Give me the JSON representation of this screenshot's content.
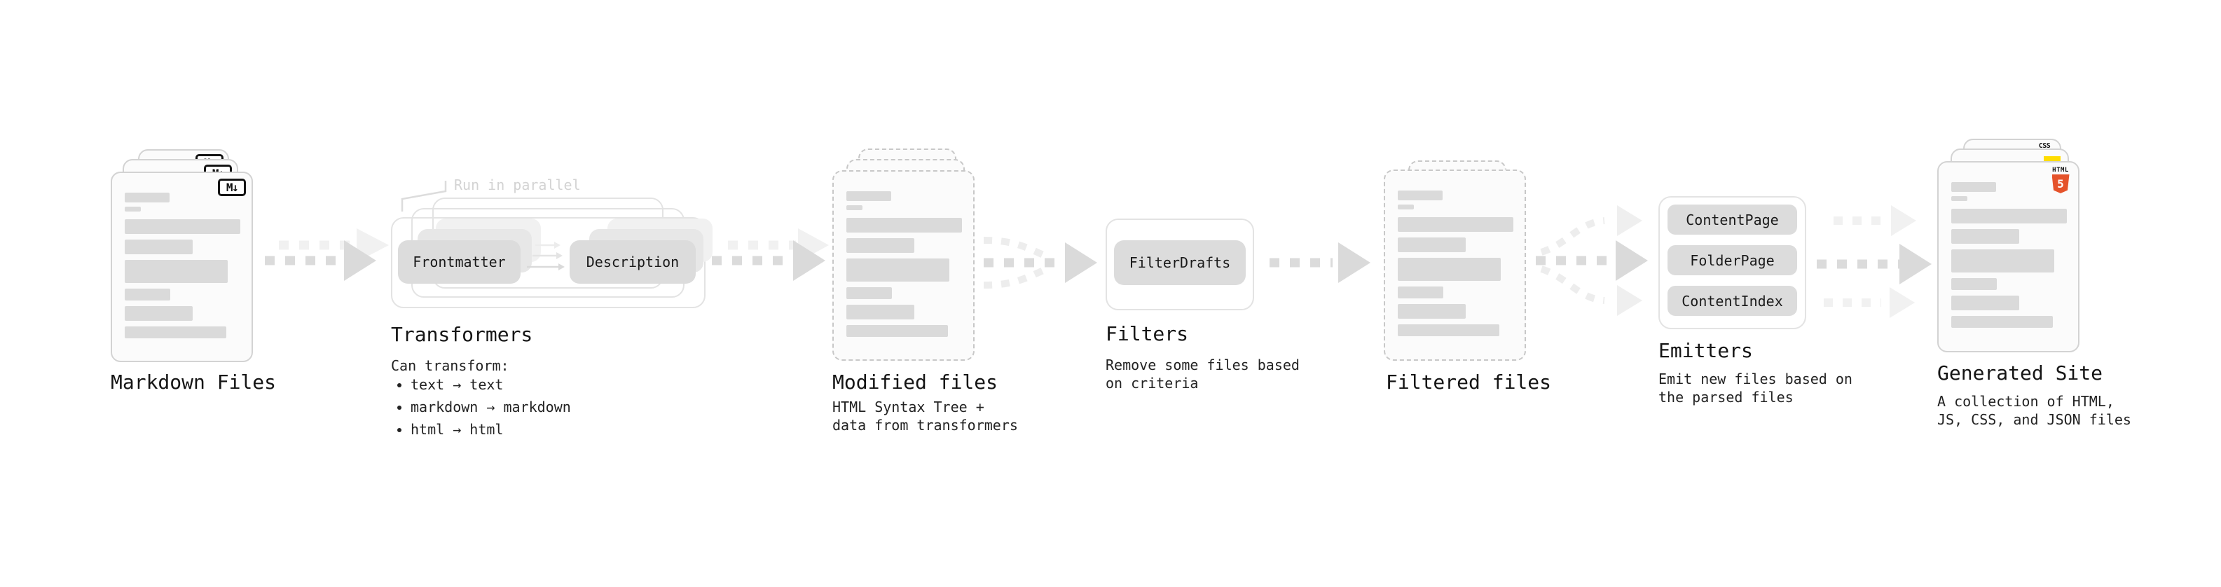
{
  "colors": {
    "html5_orange": "#e5532b",
    "js_yellow": "#ffdd00",
    "css_blue": "#2965f1"
  },
  "stages": {
    "markdown_files": {
      "title": "Markdown Files",
      "badge": "M↓"
    },
    "transformers": {
      "callout": "Run in parallel",
      "node_frontmatter": "Frontmatter",
      "node_description": "Description",
      "title": "Transformers",
      "subtitle": "Can transform:",
      "bullets": [
        "text → text",
        "markdown → markdown",
        "html → html"
      ]
    },
    "modified_files": {
      "title": "Modified files",
      "description": "HTML Syntax Tree +\ndata from transformers"
    },
    "filters": {
      "node_filterdrafts": "FilterDrafts",
      "title": "Filters",
      "description": "Remove some files based\non criteria"
    },
    "filtered_files": {
      "title": "Filtered files"
    },
    "emitters": {
      "nodes": [
        "ContentPage",
        "FolderPage",
        "ContentIndex"
      ],
      "title": "Emitters",
      "description": "Emit new files based on\nthe parsed files"
    },
    "generated_site": {
      "title": "Generated Site",
      "description": "A collection of HTML,\nJS, CSS, and JSON files",
      "badge_html": "HTML",
      "badge_html_number": "5",
      "badge_css": "CSS"
    }
  }
}
